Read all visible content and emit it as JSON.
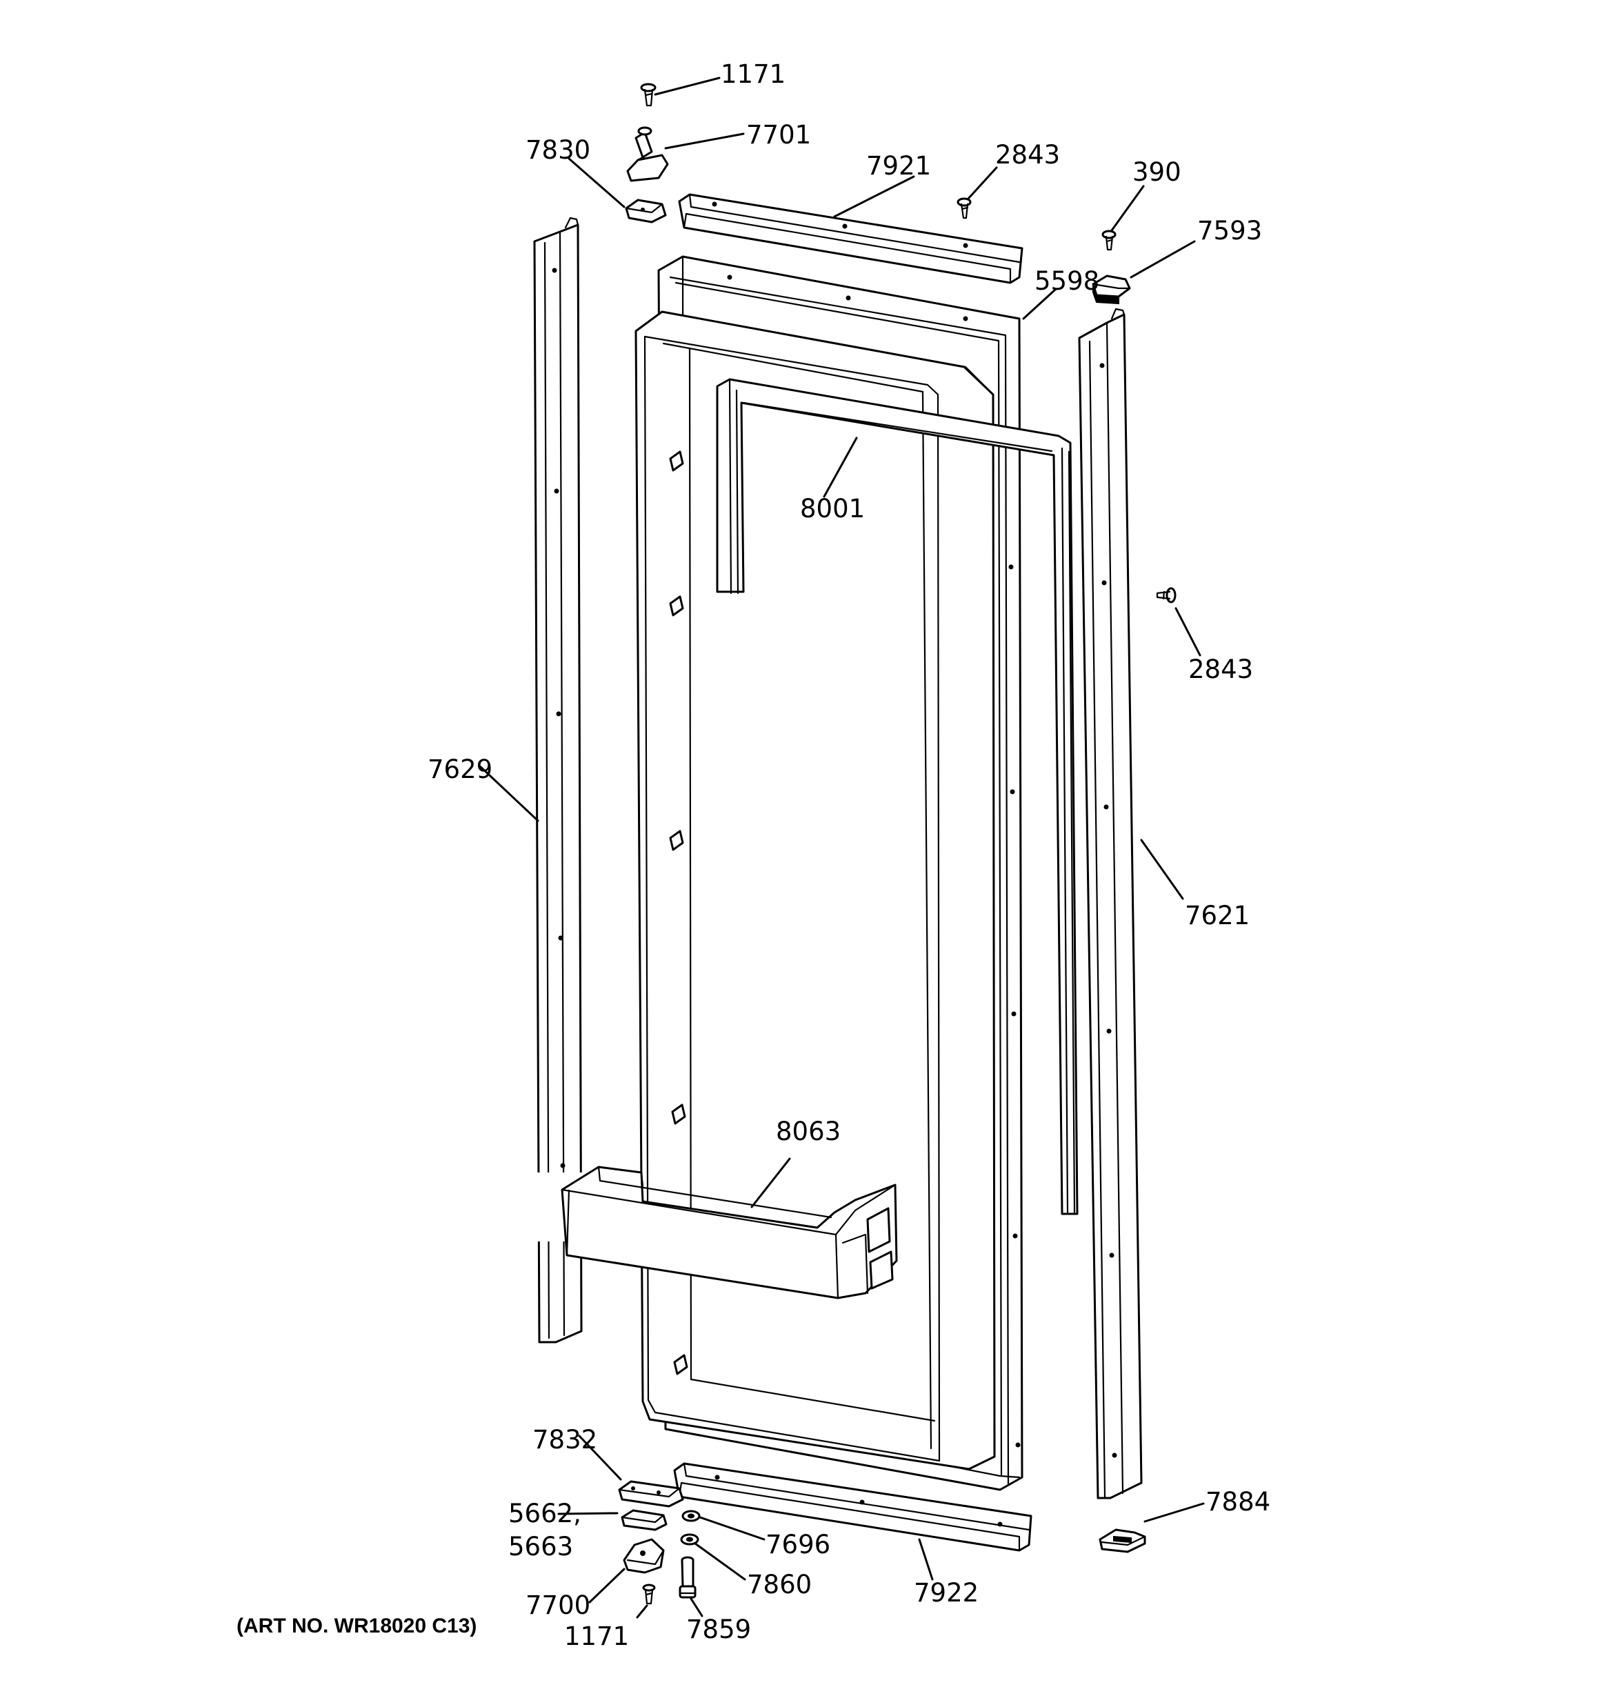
{
  "diagram": {
    "art_number": "(ART NO. WR18020 C13)",
    "callouts": [
      {
        "id": "c1171top",
        "text": "1171"
      },
      {
        "id": "c7701",
        "text": "7701"
      },
      {
        "id": "c7830",
        "text": "7830"
      },
      {
        "id": "c7921",
        "text": "7921"
      },
      {
        "id": "c2843top",
        "text": "2843"
      },
      {
        "id": "c390",
        "text": "390"
      },
      {
        "id": "c7593",
        "text": "7593"
      },
      {
        "id": "c5598",
        "text": "5598"
      },
      {
        "id": "c8001",
        "text": "8001"
      },
      {
        "id": "c2843right",
        "text": "2843"
      },
      {
        "id": "c7629",
        "text": "7629"
      },
      {
        "id": "c7621",
        "text": "7621"
      },
      {
        "id": "c8063",
        "text": "8063"
      },
      {
        "id": "c7832",
        "text": "7832"
      },
      {
        "id": "c5662",
        "text": "5662,"
      },
      {
        "id": "c5663",
        "text": "5663"
      },
      {
        "id": "c7696",
        "text": "7696"
      },
      {
        "id": "c7860",
        "text": "7860"
      },
      {
        "id": "c7700",
        "text": "7700"
      },
      {
        "id": "c7922",
        "text": "7922"
      },
      {
        "id": "c7884",
        "text": "7884"
      },
      {
        "id": "c1171bot",
        "text": "1171"
      },
      {
        "id": "c7859",
        "text": "7859"
      }
    ]
  }
}
